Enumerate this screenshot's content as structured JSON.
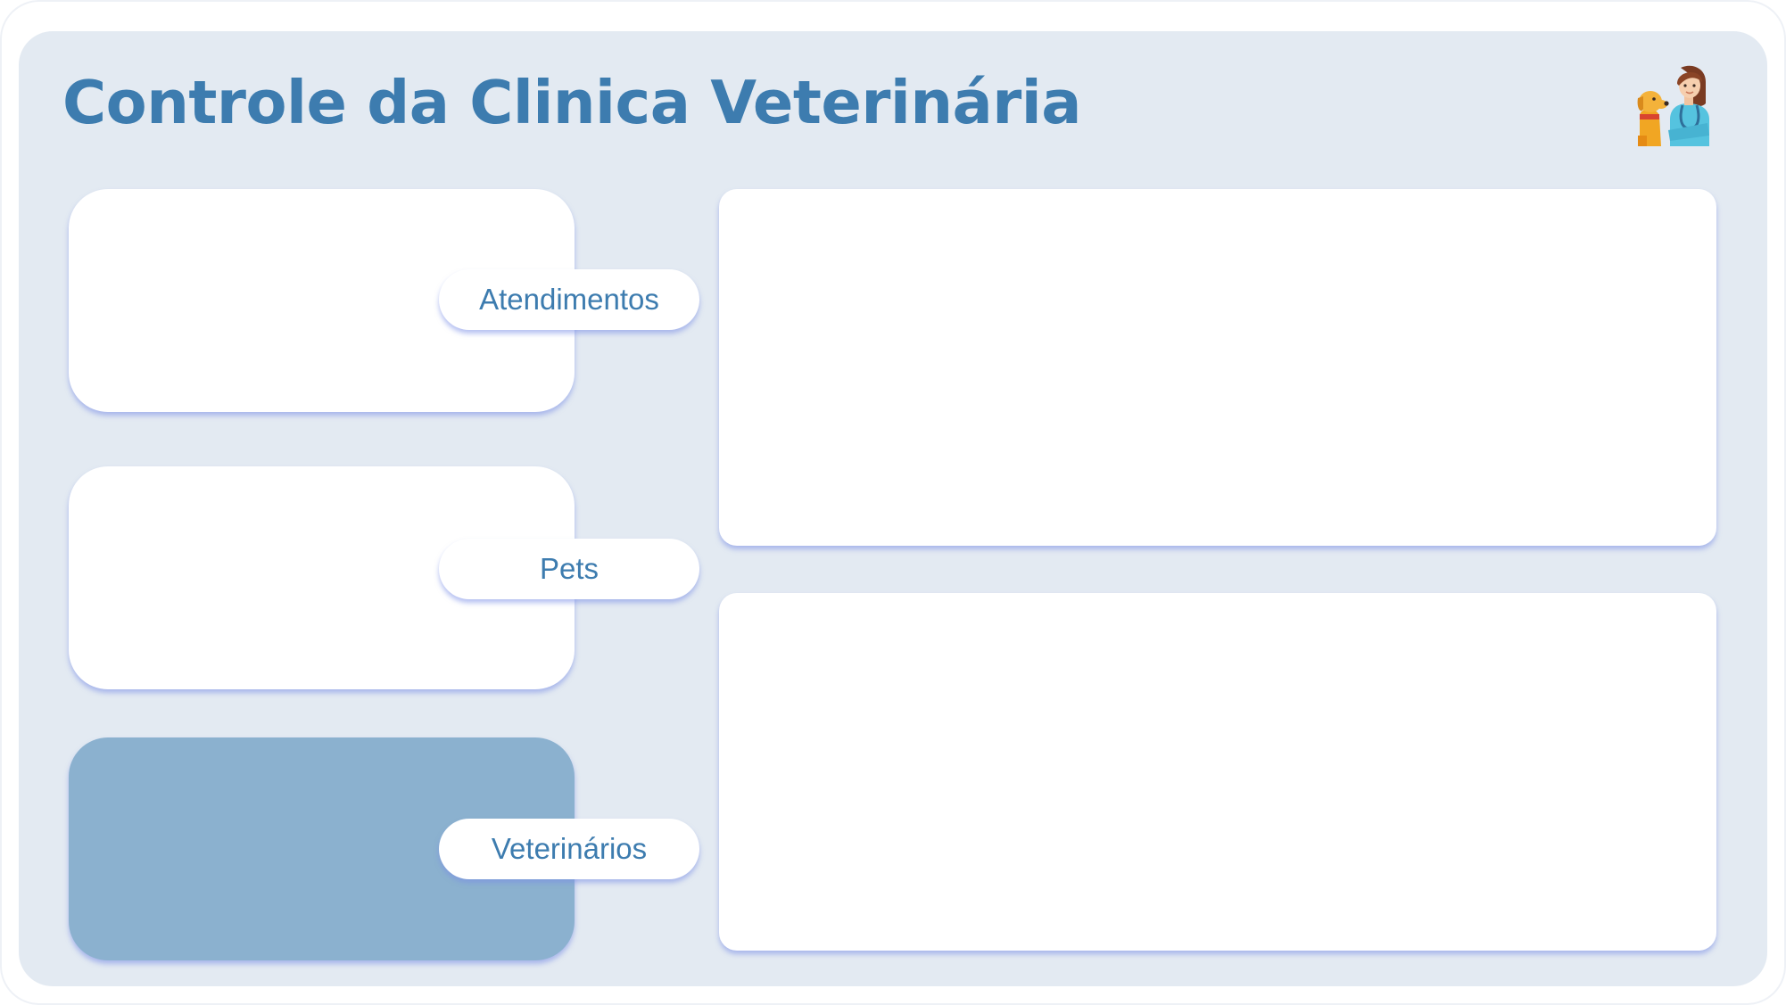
{
  "header": {
    "title": "Controle da Clinica Veterinária",
    "logo_icon": "veterinarian-with-dog-icon"
  },
  "nav": [
    {
      "label": "Atendimentos",
      "active": false
    },
    {
      "label": "Pets",
      "active": false
    },
    {
      "label": "Veterinários",
      "active": true
    }
  ],
  "colors": {
    "title": "#3d7caf",
    "panel_background": "#e3eaf2",
    "active_card": "#8bb1cf",
    "shadow_accent": "#7f8ce6"
  }
}
